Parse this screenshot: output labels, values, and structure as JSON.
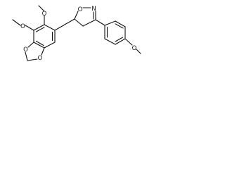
{
  "diagram": {
    "kind": "chemical-structure",
    "line_color": "#111111",
    "background_color": "#ffffff",
    "atom_labels": {
      "o_methoxy_top": "O",
      "o_methoxy_left": "O",
      "o_dioxole_upper": "O",
      "o_dioxole_lower": "O",
      "o_isoxazoline": "O",
      "n_isoxazoline": "N",
      "o_methoxy_phenyl": "O"
    }
  }
}
